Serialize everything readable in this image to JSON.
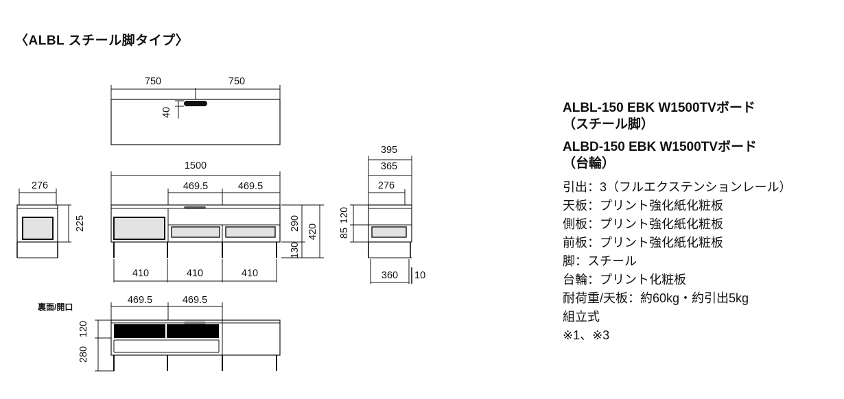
{
  "title": "〈ALBL スチール脚タイプ〉",
  "products": [
    {
      "line1": "ALBL-150 EBK W1500TVボード",
      "line2": "（スチール脚）"
    },
    {
      "line1": "ALBD-150 EBK W1500TVボード",
      "line2": "（台輪）"
    }
  ],
  "specs": [
    "引出：3（フルエクステンションレール）",
    "天板：プリント強化紙化粧板",
    "側板：プリント強化紙化粧板",
    "前板：プリント強化紙化粧板",
    "脚：スチール",
    "台輪：プリント化粧板",
    "耐荷重/天板：約60kg・約引出5kg",
    "組立式",
    "※1、※3"
  ],
  "top_view": {
    "dim_left": "750",
    "dim_right": "750",
    "dim_cutout": "40"
  },
  "front_view": {
    "total_width": "1500",
    "drawer_width_1": "469.5",
    "drawer_width_2": "469.5",
    "bottom_1": "410",
    "bottom_2": "410",
    "bottom_3": "410",
    "h_total": "420",
    "h_body": "290",
    "h_leg": "130"
  },
  "left_side_view": {
    "width": "276",
    "height": "225"
  },
  "right_side_view": {
    "depth_total": "395",
    "depth_365": "365",
    "depth_276": "276",
    "depth_360": "360",
    "dim_10": "10",
    "h_120": "120",
    "h_85": "85"
  },
  "back_view": {
    "label": "裏面/開口",
    "opening_1": "469.5",
    "opening_2": "469.5",
    "h_120": "120",
    "h_280": "280"
  }
}
